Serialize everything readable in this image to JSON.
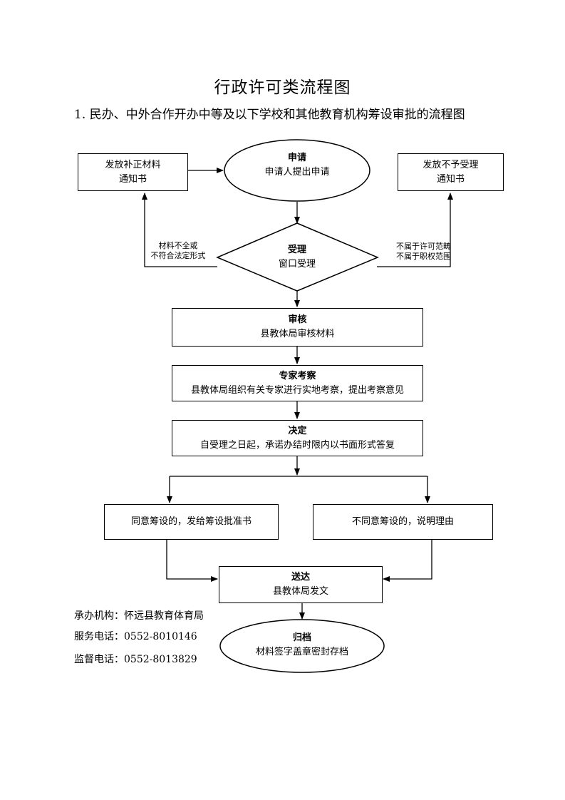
{
  "title": "行政许可类流程图",
  "subtitle": "1. 民办、中外合作开办中等及以下学校和其他教育机构筹设审批的流程图",
  "nodes": {
    "apply": {
      "title": "申请",
      "text": "申请人提出申请"
    },
    "notice_supplement": {
      "line1": "发放补正材料",
      "line2": "通知书"
    },
    "notice_reject": {
      "line1": "发放不予受理",
      "line2": "通知书"
    },
    "accept": {
      "title": "受理",
      "text": "窗口受理"
    },
    "review": {
      "title": "审核",
      "text": "县教体局审核材料"
    },
    "expert": {
      "title": "专家考察",
      "text": "县教体局组织有关专家进行实地考察，提出考察意见"
    },
    "decision": {
      "title": "决定",
      "text": "自受理之日起，承诺办结时限内以书面形式答复"
    },
    "approve": {
      "text": "同意筹设的，发给筹设批准书"
    },
    "disapprove": {
      "text": "不同意筹设的，说明理由"
    },
    "deliver": {
      "title": "送达",
      "text": "县教体局发文"
    },
    "archive": {
      "title": "归档",
      "text": "材料签字盖章密封存档"
    }
  },
  "conditions": {
    "left": {
      "line1": "材料不全或",
      "line2": "不符合法定形式"
    },
    "right": {
      "line1": "不属于许可范畴",
      "line2": "不属于职权范围"
    }
  },
  "info": {
    "agency": "承办机构：怀远县教育体育局",
    "service_phone": "服务电话：0552-8010146",
    "supervise_phone": "监督电话：0552-8013829"
  }
}
